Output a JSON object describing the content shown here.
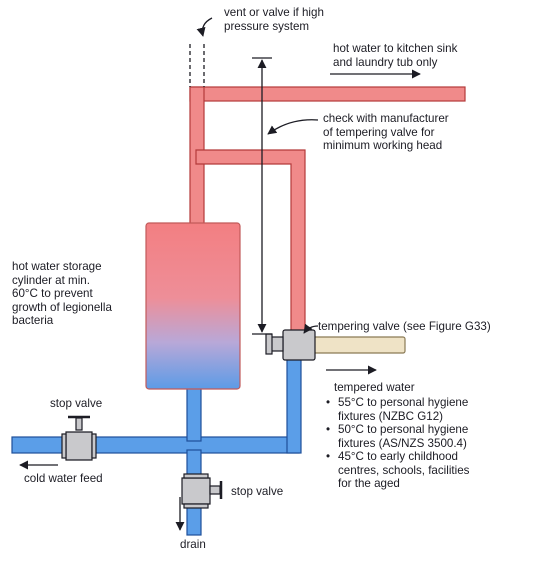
{
  "labels": {
    "vent": [
      "vent or valve if high",
      "pressure system"
    ],
    "hot_water_outlet": [
      "hot water to kitchen sink",
      "and laundry tub only"
    ],
    "manufacturer_check": [
      "check with manufacturer",
      "of tempering valve for",
      "minimum working head"
    ],
    "cylinder": [
      "hot water storage",
      "cylinder at min.",
      "60°C to prevent",
      "growth of legionella",
      "bacteria"
    ],
    "tempering_valve": "tempering valve (see Figure G33)",
    "tempered_water": "tempered water",
    "stop_valve_upper": "stop valve",
    "cold_feed": "cold water feed",
    "stop_valve_lower": "stop valve",
    "drain": "drain"
  },
  "tempered_water_notes": [
    [
      "55°C to personal hygiene",
      "fixtures (NZBC G12)"
    ],
    [
      "50°C to personal hygiene",
      "fixtures (AS/NZS 3500.4)"
    ],
    [
      "45°C to early childhood",
      "centres, schools, facilities",
      "for the aged"
    ]
  ],
  "colors": {
    "hot": "#f08a8a",
    "hot_outline": "#b33a3a",
    "cold": "#5b9ee8",
    "cold_outline": "#1f4f9a",
    "tempered": "#efe3c6",
    "tempered_outline": "#8a7a55",
    "ink": "#1c1c24"
  }
}
